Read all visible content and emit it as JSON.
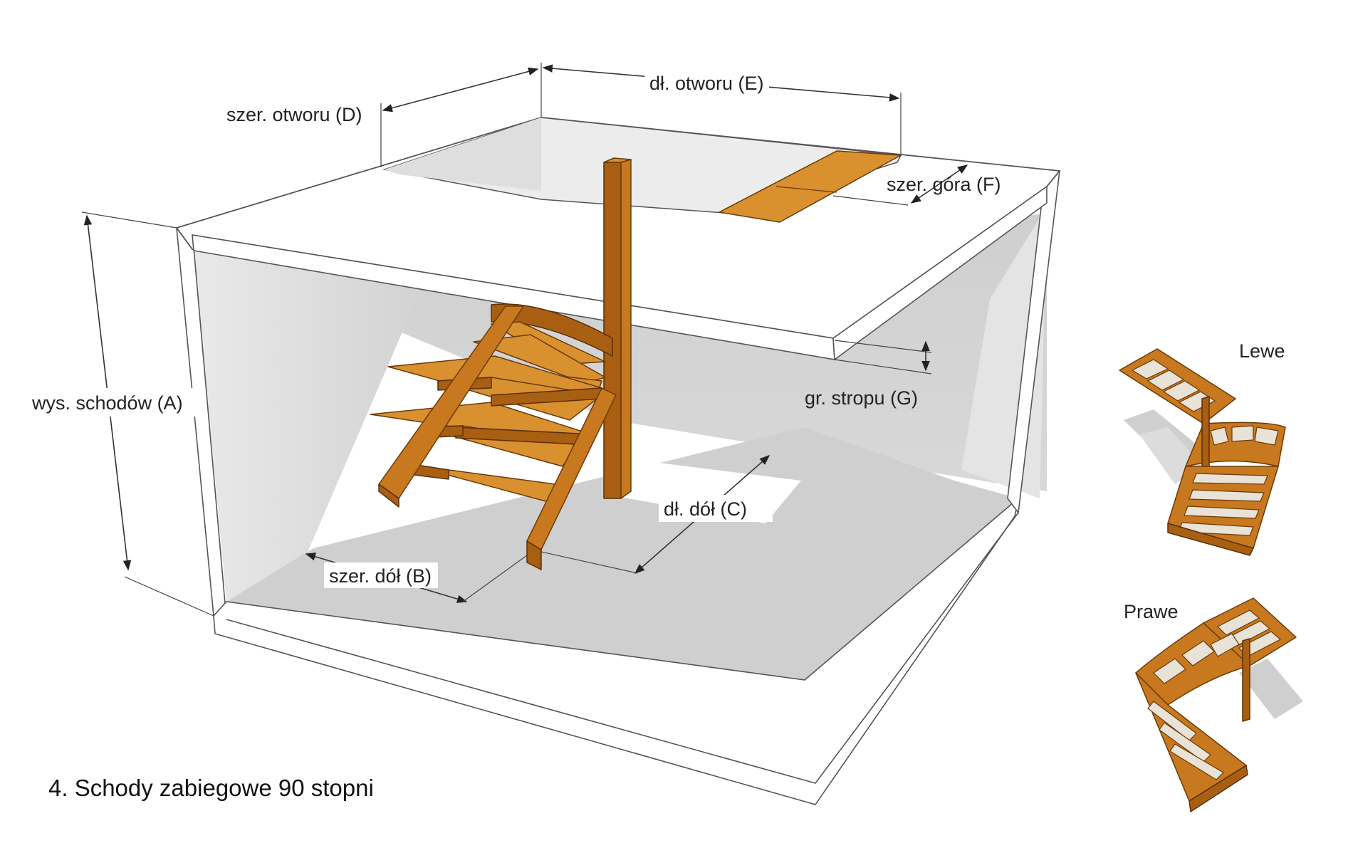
{
  "labels": {
    "opening_length": "dł. otworu (E)",
    "opening_width": "szer. otworu (D)",
    "top_width": "szer. góra (F)",
    "stair_height": "wys. schodów (A)",
    "slab_thickness": "gr. stropu (G)",
    "bottom_length": "dł. dół (C)",
    "bottom_width": "szer. dół (B)",
    "left_variant": "Lewe",
    "right_variant": "Prawe"
  },
  "title": "4. Schody zabiegowe 90 stopni",
  "colors": {
    "wood": "#c8781e",
    "wood_light": "#d9902f",
    "wood_dark": "#a85f12",
    "wall_shade": "#e2e2e2",
    "floor_shade": "#cfcfcf",
    "slab": "#ffffff",
    "outline": "#555555"
  }
}
